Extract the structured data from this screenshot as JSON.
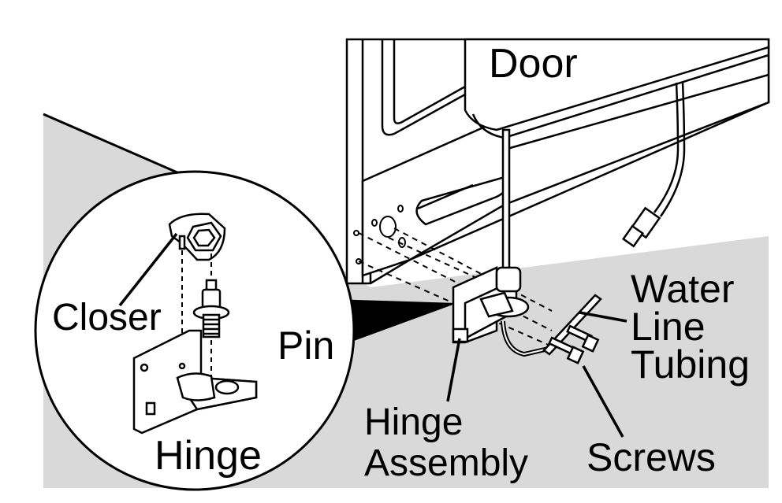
{
  "labels": {
    "door": "Door",
    "closer": "Closer",
    "pin": "Pin",
    "hinge": "Hinge",
    "hinge_assembly": [
      "Hinge",
      "Assembly"
    ],
    "water_line_tubing": [
      "Water",
      "Line",
      "Tubing"
    ],
    "screws": "Screws"
  },
  "colors": {
    "floor": "#d9d9d9",
    "line": "#000000",
    "fill": "#ffffff"
  }
}
